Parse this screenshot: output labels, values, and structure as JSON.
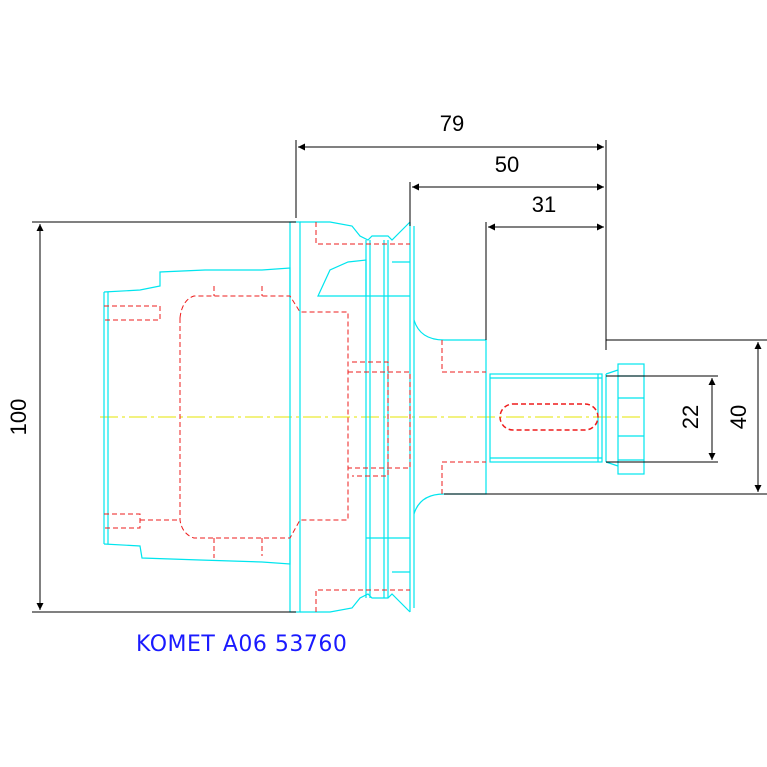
{
  "dimensions": {
    "total_length": "79",
    "mid_length": "50",
    "shank_length": "31",
    "height": "100",
    "shank_diameter": "40",
    "pin_diameter": "22"
  },
  "caption": "KOMET A06 53760",
  "colors": {
    "outline": "#00e5ee",
    "hidden": "#ee1c1c",
    "centerline": "#e6e600",
    "dimension": "#000000",
    "caption": "#1a1aff"
  }
}
